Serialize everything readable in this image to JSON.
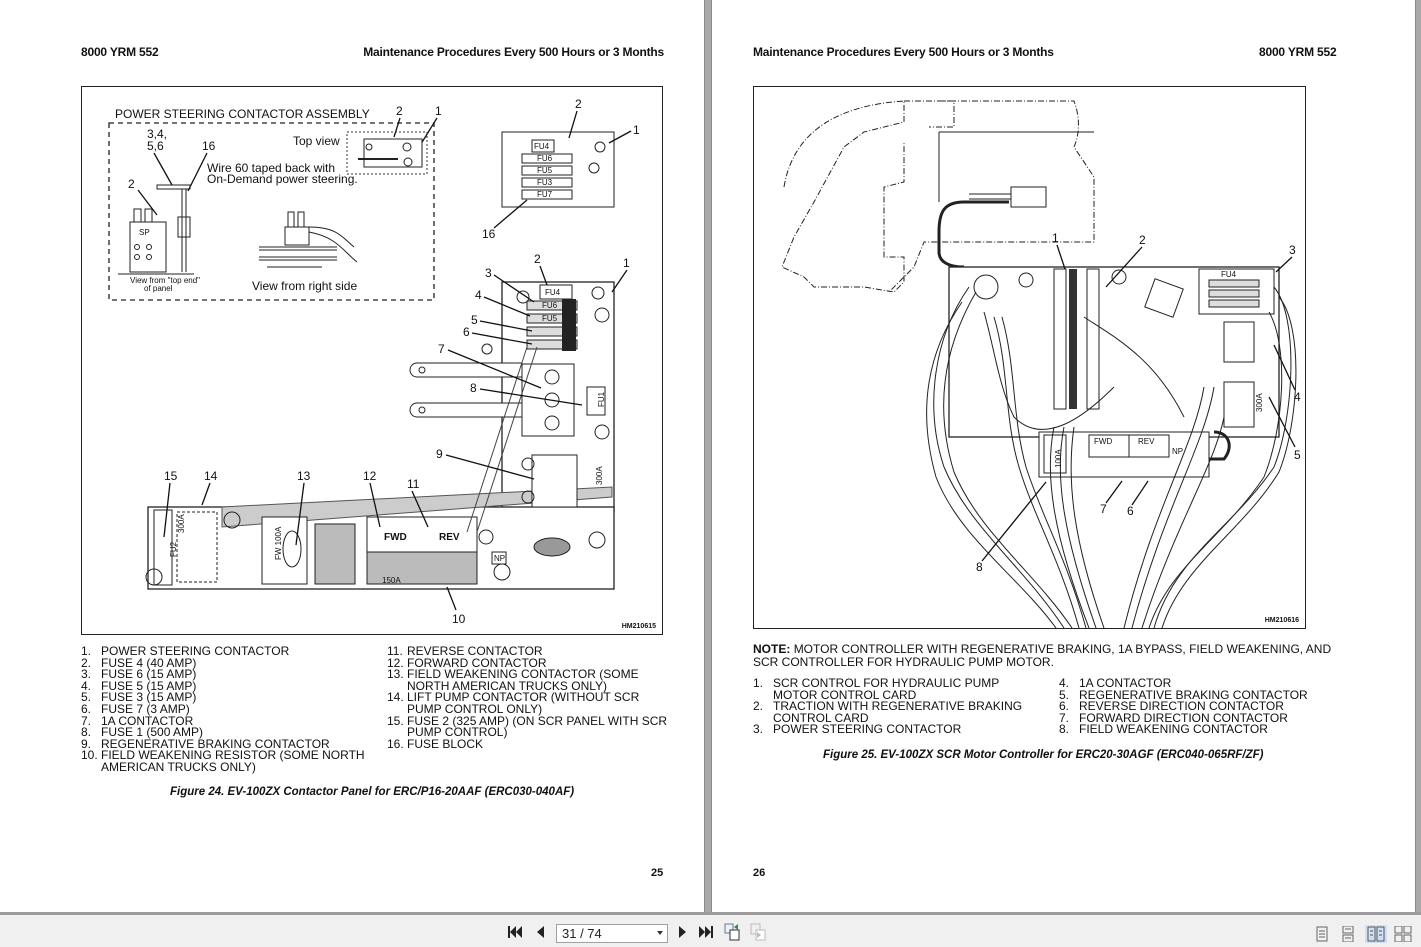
{
  "viewer": {
    "page_indicator": "31 / 74",
    "colors": {
      "toolbar_bg": "#f0f0f0",
      "active_view": "#cfe0f5",
      "page_gap": "#a9a9a9"
    },
    "nav_buttons": [
      "first-page-icon",
      "previous-page-icon",
      "next-page-icon",
      "last-page-icon",
      "go-back-view-icon",
      "go-forward-view-icon"
    ],
    "view_modes": [
      "single-page-icon",
      "continuous-page-icon",
      "facing-pages-icon",
      "continuous-facing-icon"
    ],
    "active_view_mode": "facing-pages"
  },
  "left_page": {
    "header_left": "8000 YRM 552",
    "header_right": "Maintenance Procedures Every 500 Hours or 3 Months",
    "figure": {
      "inset_title": "POWER STEERING CONTACTOR ASSEMBLY",
      "top_view_label": "Top view",
      "wire_note_line1": "Wire 60 taped back with",
      "wire_note_line2": "On-Demand power steering.",
      "view_top_end_line1": "View from \"top end\"",
      "view_top_end_line2": "of panel",
      "view_right_side": "View from right side",
      "callout_3456_line1": "3,4,",
      "callout_3456_line2": "5,6",
      "callouts": [
        "1",
        "2",
        "3",
        "4",
        "5",
        "6",
        "7",
        "8",
        "9",
        "10",
        "11",
        "12",
        "13",
        "14",
        "15",
        "16"
      ],
      "component_text": {
        "fu4": "FU4",
        "fu6": "FU6",
        "fu5": "FU5",
        "fu3": "FU3",
        "fu7": "FU7",
        "fu1": "FU1",
        "fu2": "FU2",
        "fwd": "FWD",
        "rev": "REV",
        "a300": "300A",
        "a150": "150A",
        "fw100": "FW 100A",
        "np": "NP",
        "sp": "SP"
      },
      "code": "HM210615"
    },
    "legend_col1": [
      {
        "n": "1.",
        "t": "POWER STEERING CONTACTOR"
      },
      {
        "n": "2.",
        "t": "FUSE 4 (40 AMP)"
      },
      {
        "n": "3.",
        "t": "FUSE 6 (15 AMP)"
      },
      {
        "n": "4.",
        "t": "FUSE 5 (15 AMP)"
      },
      {
        "n": "5.",
        "t": "FUSE 3 (15 AMP)"
      },
      {
        "n": "6.",
        "t": "FUSE 7 (3 AMP)"
      },
      {
        "n": "7.",
        "t": "1A CONTACTOR"
      },
      {
        "n": "8.",
        "t": "FUSE 1 (500 AMP)"
      },
      {
        "n": "9.",
        "t": "REGENERATIVE BRAKING CONTACTOR"
      },
      {
        "n": "10.",
        "t": "FIELD WEAKENING RESISTOR (SOME NORTH AMERICAN TRUCKS ONLY)"
      }
    ],
    "legend_col2": [
      {
        "n": "11.",
        "t": "REVERSE CONTACTOR"
      },
      {
        "n": "12.",
        "t": "FORWARD CONTACTOR"
      },
      {
        "n": "13.",
        "t": "FIELD WEAKENING CONTACTOR (SOME NORTH AMERICAN TRUCKS ONLY)"
      },
      {
        "n": "14.",
        "t": "LIFT PUMP CONTACTOR (WITHOUT SCR PUMP CONTROL ONLY)"
      },
      {
        "n": "15.",
        "t": "FUSE 2 (325 AMP) (ON SCR PANEL WITH SCR PUMP CONTROL)"
      },
      {
        "n": "16.",
        "t": "FUSE BLOCK"
      }
    ],
    "caption": "Figure 24.  EV-100ZX Contactor Panel for ERC/P16-20AAF (ERC030-040AF)",
    "page_number": "25"
  },
  "right_page": {
    "header_left": "Maintenance Procedures Every 500 Hours or 3 Months",
    "header_right": "8000 YRM 552",
    "figure": {
      "callouts": [
        "1",
        "2",
        "3",
        "4",
        "5",
        "6",
        "7",
        "8"
      ],
      "component_text": {
        "fwd": "FWD",
        "rev": "REV",
        "fu4": "FU4",
        "a300": "300A",
        "a100": "100A",
        "np": "NP"
      },
      "code": "HM210616"
    },
    "note_label": "NOTE:",
    "note_text": "MOTOR CONTROLLER WITH REGENERATIVE BRAKING, 1A BYPASS, FIELD WEAKENING, AND SCR CONTROLLER FOR HYDRAULIC PUMP MOTOR.",
    "legend_col1": [
      {
        "n": "1.",
        "t": "SCR CONTROL FOR HYDRAULIC PUMP MOTOR CONTROL CARD"
      },
      {
        "n": "2.",
        "t": "TRACTION WITH REGENERATIVE BRAKING CONTROL CARD"
      },
      {
        "n": "3.",
        "t": "POWER STEERING CONTACTOR"
      }
    ],
    "legend_col2": [
      {
        "n": "4.",
        "t": "1A CONTACTOR"
      },
      {
        "n": "5.",
        "t": "REGENERATIVE BRAKING CONTACTOR"
      },
      {
        "n": "6.",
        "t": "REVERSE DIRECTION CONTACTOR"
      },
      {
        "n": "7.",
        "t": "FORWARD DIRECTION CONTACTOR"
      },
      {
        "n": "8.",
        "t": "FIELD WEAKENING CONTACTOR"
      }
    ],
    "caption": "Figure 25.  EV-100ZX SCR Motor Controller for ERC20-30AGF (ERC040-065RF/ZF)",
    "page_number": "26"
  }
}
